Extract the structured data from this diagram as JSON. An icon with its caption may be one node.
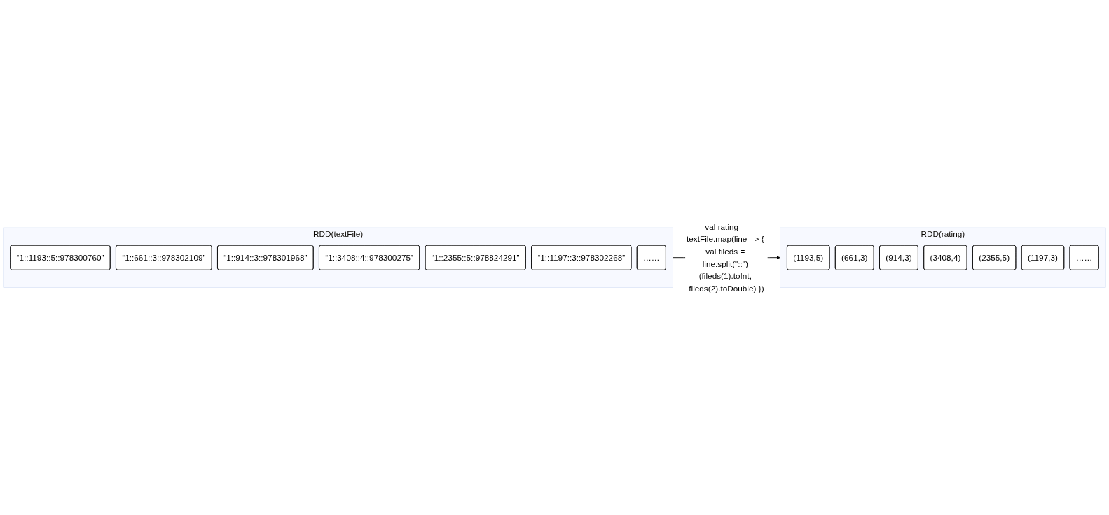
{
  "diagram": {
    "nodes": [
      {
        "text": [
          "RDD(textFile)"
        ]
      },
      {
        "text": [
          "“1::1193::5::978300760”"
        ],
        "in": 0
      },
      {
        "text": [
          "“1::661::3::978302109”"
        ],
        "in": 0
      },
      {
        "text": [
          "“1::914::3::978301968”"
        ],
        "in": 0
      },
      {
        "text": [
          "“1::3408::4::978300275”"
        ],
        "in": 0
      },
      {
        "text": [
          "“1::2355::5::978824291”"
        ],
        "in": 0
      },
      {
        "text": [
          "“1::1197::3::978302268”"
        ],
        "in": 0
      },
      {
        "text": [
          "……"
        ],
        "in": 0
      },
      {
        "text": [
          "RDD(rating)"
        ]
      },
      {
        "text": [
          "(1193,5)"
        ],
        "in": 8
      },
      {
        "text": [
          "(661,3)"
        ],
        "in": 8
      },
      {
        "text": [
          "(914,3)"
        ],
        "in": 8
      },
      {
        "text": [
          "(3408,4)"
        ],
        "in": 8
      },
      {
        "text": [
          "(2355,5)"
        ],
        "in": 8
      },
      {
        "text": [
          "(1197,3)"
        ],
        "in": 8
      },
      {
        "text": [
          "……"
        ],
        "in": 8
      }
    ],
    "edges": [
      {
        "from": 0,
        "to": 8,
        "arrow": "to",
        "label": "val rating = textFile.map(line => { val fileds = line.split(\"::\") (fileds(1).toInt, fileds(2).toDouble) })"
      }
    ]
  }
}
